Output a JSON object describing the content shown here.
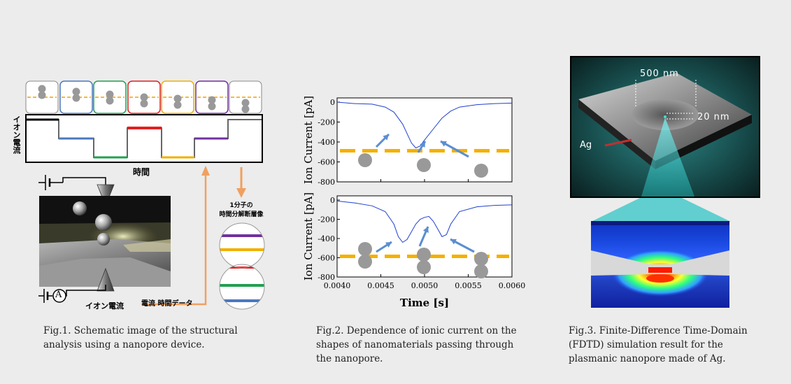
{
  "fig1": {
    "ylabel": "イオン電流",
    "xlabel": "時間",
    "summary_label": "1分子の\n時間分解断層像",
    "ammeter": "A",
    "ion_current_label": "イオン電流",
    "current_time_data_label": "電流 時間データ",
    "caption": [
      "Fig.1. Schematic image of the structural",
      "analysis using a nanopore device."
    ],
    "frame_colors": [
      "#888888",
      "#4a78c0",
      "#22a050",
      "#e02020",
      "#f0b000",
      "#7030a0",
      "#888888"
    ],
    "stripe_colors": [
      "#7030a0",
      "#f0b000",
      "#e02020",
      "#22a050",
      "#4a78c0"
    ]
  },
  "fig2": {
    "ylabel_top": "Ion Current [pA]",
    "ylabel_bottom": "Ion Current [pA]",
    "xlabel": "Time [s]",
    "caption": [
      "Fig.2. Dependence of ionic current on the",
      "shapes of nanomaterials passing through",
      "the nanopore."
    ]
  },
  "fig3": {
    "label_500": "500 nm",
    "label_20": "20 nm",
    "label_ag": "Ag",
    "caption": [
      "Fig.3. Finite-Difference Time-Domain",
      "(FDTD) simulation result for the",
      "plasmanic nanopore made of Ag."
    ]
  },
  "chart_data": [
    {
      "type": "line",
      "ylabel": "Ion Current [pA]",
      "xlim": [
        0.004,
        0.006
      ],
      "ylim": [
        -800,
        0
      ],
      "yticks": [
        0,
        -200,
        -400,
        -600,
        -800
      ],
      "x": [
        0.004,
        0.0042,
        0.0044,
        0.00455,
        0.00465,
        0.00475,
        0.00485,
        0.0049,
        0.00495,
        0.005,
        0.0051,
        0.0052,
        0.0053,
        0.0054,
        0.0056,
        0.0058,
        0.006
      ],
      "y": [
        0,
        -15,
        -20,
        -50,
        -100,
        -220,
        -410,
        -460,
        -440,
        -380,
        -270,
        -160,
        -90,
        -50,
        -25,
        -15,
        -10
      ]
    },
    {
      "type": "line",
      "ylabel": "Ion Current [pA]",
      "xlabel": "Time [s]",
      "xlim": [
        0.004,
        0.006
      ],
      "ylim": [
        -800,
        0
      ],
      "yticks": [
        0,
        -200,
        -400,
        -600,
        -800
      ],
      "xticks": [
        "0.0040",
        "0.0045",
        "0.0050",
        "0.0055",
        "0.0060"
      ],
      "x": [
        0.004,
        0.0042,
        0.0044,
        0.00455,
        0.00465,
        0.0047,
        0.00475,
        0.0048,
        0.00485,
        0.0049,
        0.00495,
        0.005,
        0.00505,
        0.0051,
        0.00515,
        0.0052,
        0.00525,
        0.0053,
        0.0054,
        0.0056,
        0.0058,
        0.006
      ],
      "y": [
        -10,
        -30,
        -60,
        -120,
        -250,
        -380,
        -440,
        -410,
        -330,
        -250,
        -200,
        -180,
        -170,
        -220,
        -300,
        -380,
        -360,
        -250,
        -120,
        -70,
        -55,
        -50
      ]
    }
  ]
}
